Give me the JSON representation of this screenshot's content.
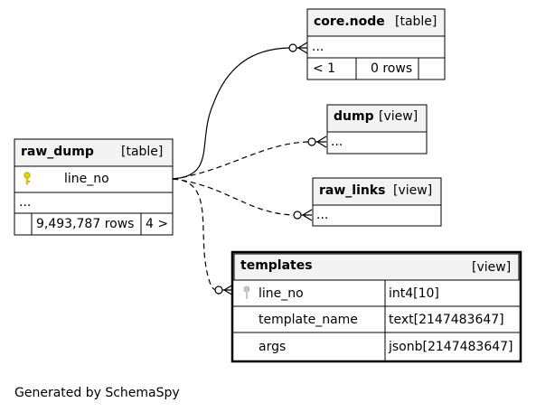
{
  "tables": {
    "core_node": {
      "name": "core.node",
      "kind": "[table]",
      "body": "...",
      "footer": [
        "< 1",
        "0 rows"
      ]
    },
    "dump": {
      "name": "dump",
      "kind": "[view]",
      "body": "..."
    },
    "raw_links": {
      "name": "raw_links",
      "kind": "[view]",
      "body": "..."
    },
    "raw_dump": {
      "name": "raw_dump",
      "kind": "[table]",
      "pk_column": "line_no",
      "body": "...",
      "footer": [
        "9,493,787 rows",
        "4 >"
      ]
    },
    "templates": {
      "name": "templates",
      "kind": "[view]",
      "columns": [
        {
          "name": "line_no",
          "type": "int4[10]"
        },
        {
          "name": "template_name",
          "type": "text[2147483647]"
        },
        {
          "name": "args",
          "type": "jsonb[2147483647]"
        }
      ]
    }
  },
  "colors": {
    "header_bg": "#f3f3f3",
    "pk_key": "#e6d800",
    "fk_key": "#b0b0b0"
  },
  "footer": "Generated by SchemaSpy"
}
